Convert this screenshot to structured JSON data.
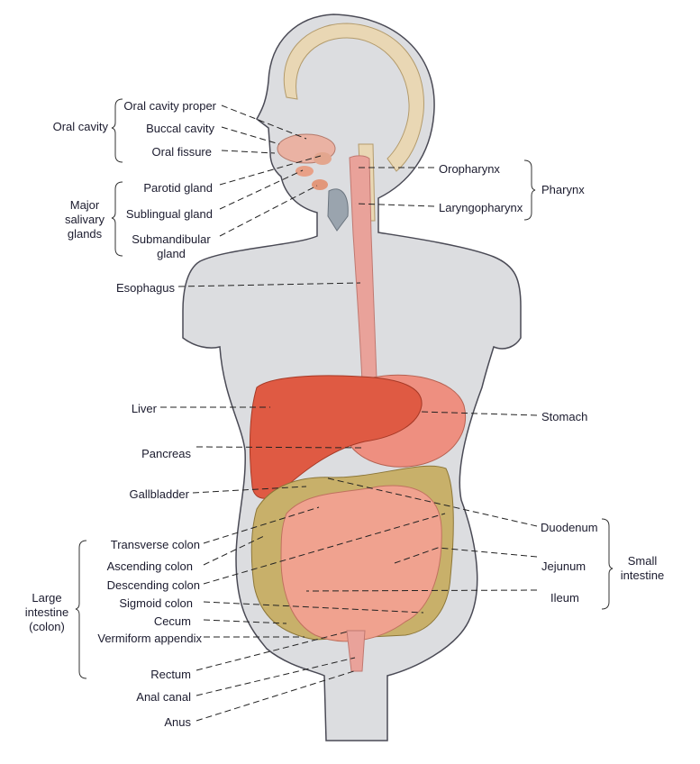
{
  "colors": {
    "body_fill": "#dcdde0",
    "body_outline": "#4a4a55",
    "skull": "#e9d7b4",
    "liver": "#df5a43",
    "stomach": "#ee8f80",
    "small_intestine": "#f0a28f",
    "large_intestine": "#c8b06a",
    "esophagus": "#e9a29a",
    "leader_line": "#222222",
    "text": "#1b1b2e"
  },
  "groups": {
    "oral_cavity": "Oral cavity",
    "salivary_line1": "Major",
    "salivary_line2": "salivary",
    "salivary_line3": "glands",
    "pharynx": "Pharynx",
    "small_intestine_line1": "Small",
    "small_intestine_line2": "intestine",
    "large_intestine_line1": "Large",
    "large_intestine_line2": "intestine",
    "large_intestine_line3": "(colon)"
  },
  "labels": {
    "oral_cavity_proper": "Oral cavity proper",
    "buccal_cavity": "Buccal cavity",
    "oral_fissure": "Oral fissure",
    "parotid_gland": "Parotid gland",
    "sublingual_gland": "Sublingual gland",
    "submandibular_line1": "Submandibular",
    "submandibular_line2": "gland",
    "esophagus": "Esophagus",
    "oropharynx": "Oropharynx",
    "laryngopharynx": "Laryngopharynx",
    "liver": "Liver",
    "stomach": "Stomach",
    "pancreas": "Pancreas",
    "gallbladder": "Gallbladder",
    "duodenum": "Duodenum",
    "jejunum": "Jejunum",
    "ileum": "Ileum",
    "transverse_colon": "Transverse colon",
    "ascending_colon": "Ascending colon",
    "descending_colon": "Descending colon",
    "sigmoid_colon": "Sigmoid colon",
    "cecum": "Cecum",
    "vermiform_appendix": "Vermiform appendix",
    "rectum": "Rectum",
    "anal_canal": "Anal canal",
    "anus": "Anus"
  }
}
